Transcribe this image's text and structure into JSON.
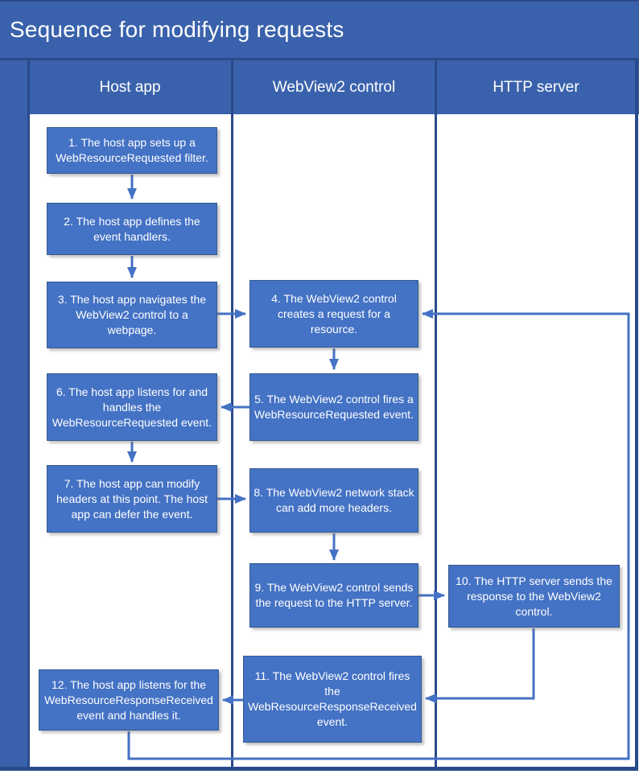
{
  "title": "Sequence for modifying requests",
  "lanes": [
    {
      "label": "Host app"
    },
    {
      "label": "WebView2 control"
    },
    {
      "label": "HTTP server"
    }
  ],
  "boxes": [
    {
      "step": 1,
      "lane": "Host app",
      "text": "1. The host app sets up a WebResourceRequested filter."
    },
    {
      "step": 2,
      "lane": "Host app",
      "text": "2. The host app defines the event handlers."
    },
    {
      "step": 3,
      "lane": "Host app",
      "text": "3. The host app navigates the WebView2 control to a webpage."
    },
    {
      "step": 4,
      "lane": "WebView2 control",
      "text": "4. The WebView2 control creates a request for a resource."
    },
    {
      "step": 5,
      "lane": "WebView2 control",
      "text": "5. The WebView2 control fires a WebResourceRequested event."
    },
    {
      "step": 6,
      "lane": "Host app",
      "text": "6. The host app listens for and handles the WebResourceRequested event."
    },
    {
      "step": 7,
      "lane": "Host app",
      "text": "7. The host app can modify headers at this point. The host app can defer the event."
    },
    {
      "step": 8,
      "lane": "WebView2 control",
      "text": "8. The WebView2 network stack can add more headers."
    },
    {
      "step": 9,
      "lane": "WebView2 control",
      "text": "9. The WebView2 control sends the request to the HTTP server."
    },
    {
      "step": 10,
      "lane": "HTTP server",
      "text": "10. The HTTP server sends the response to the WebView2 control."
    },
    {
      "step": 11,
      "lane": "WebView2 control",
      "text": "11. The WebView2 control fires the WebResourceResponseReceived event."
    },
    {
      "step": 12,
      "lane": "Host app",
      "text": "12. The host app listens for the WebResourceResponseReceived event and handles it."
    }
  ],
  "flow": [
    {
      "from": 1,
      "to": 2
    },
    {
      "from": 2,
      "to": 3
    },
    {
      "from": 3,
      "to": 4
    },
    {
      "from": 4,
      "to": 5
    },
    {
      "from": 5,
      "to": 6
    },
    {
      "from": 6,
      "to": 7
    },
    {
      "from": 7,
      "to": 8
    },
    {
      "from": 8,
      "to": 9
    },
    {
      "from": 9,
      "to": 10
    },
    {
      "from": 10,
      "to": 11
    },
    {
      "from": 11,
      "to": 12
    },
    {
      "from": 12,
      "to": 4
    }
  ],
  "colors": {
    "frame": "#3a62ac",
    "frame_dark": "#2a4a8a",
    "box_fill": "#4472c4",
    "box_border": "#35598f",
    "connector": "#4472c4",
    "text": "#ffffff"
  }
}
